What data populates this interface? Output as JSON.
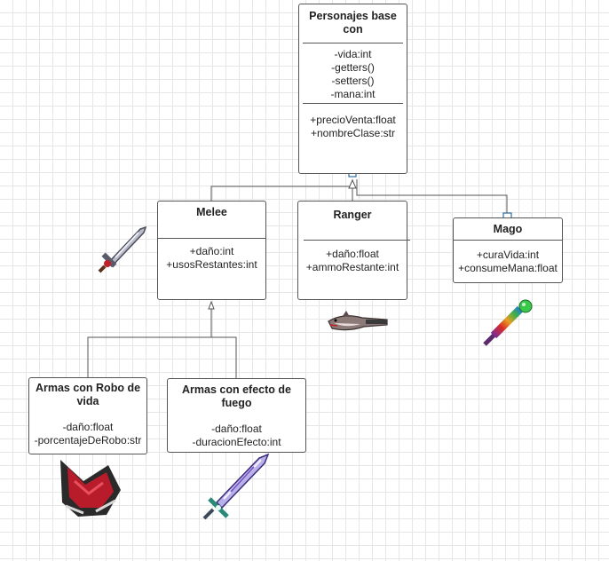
{
  "base": {
    "title_lines": [
      "Personajes base",
      "con"
    ],
    "attrs": [
      "-vida:int",
      "-getters()",
      "-setters()",
      "-mana:int"
    ],
    "methods": [
      "+precioVenta:float",
      "+nombreClase:str"
    ]
  },
  "melee": {
    "title": "Melee",
    "attrs": [
      "+daño:int",
      "+usosRestantes:int"
    ]
  },
  "ranger": {
    "title": "Ranger",
    "attrs": [
      "+daño:float",
      "+ammoRestante:int"
    ]
  },
  "mago": {
    "title": "Mago",
    "attrs": [
      "+curaVida:int",
      "+consumeMana:float"
    ]
  },
  "robo": {
    "title_lines": [
      "Armas con Robo de",
      "vida"
    ],
    "attrs": [
      "-daño:float",
      "-porcentajeDeRobo:str"
    ]
  },
  "fuego": {
    "title_lines": [
      "Armas con efecto de",
      "fuego"
    ],
    "attrs": [
      "-daño:float",
      "-duracionEfecto:int"
    ]
  },
  "icons": {
    "melee_weapon": "sword-sprite-icon",
    "ranger_weapon": "shark-gun-sprite-icon",
    "mago_weapon": "rainbow-staff-sprite-icon",
    "robo_weapon": "red-wing-sprite-icon",
    "fuego_weapon": "crystal-sword-sprite-icon"
  },
  "colors": {
    "line": "#555555",
    "connector": "#2e6da4",
    "grid": "#e6e6e6"
  }
}
